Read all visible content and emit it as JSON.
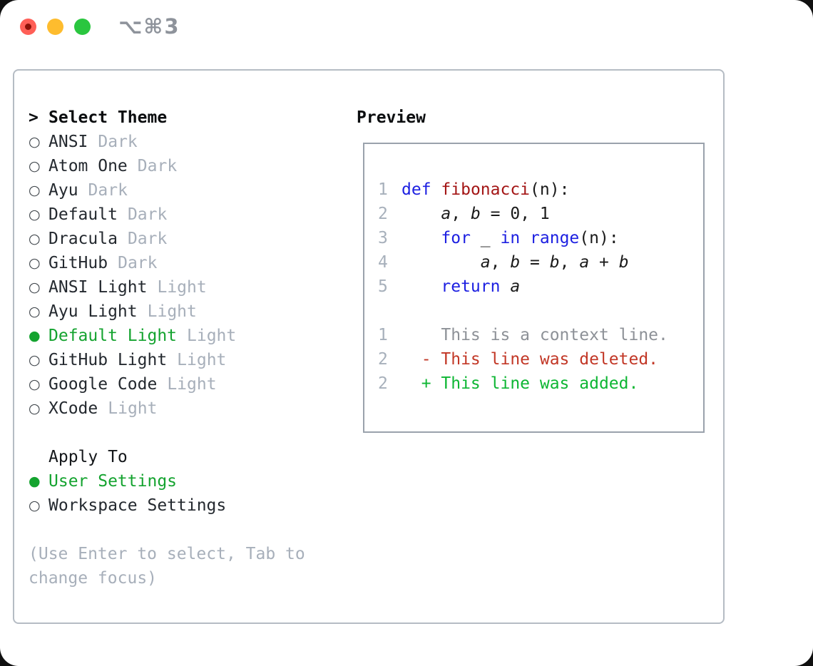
{
  "window": {
    "title": "⌥⌘3",
    "traffic_lights": [
      {
        "name": "close",
        "color": "#ff5f57"
      },
      {
        "name": "minimize",
        "color": "#febc2e"
      },
      {
        "name": "zoom",
        "color": "#2ac63f"
      }
    ]
  },
  "theme_picker": {
    "header_marker": ">",
    "header": "Select Theme",
    "items": [
      {
        "name": "ANSI",
        "tag": "Dark",
        "selected": false
      },
      {
        "name": "Atom One",
        "tag": "Dark",
        "selected": false
      },
      {
        "name": "Ayu",
        "tag": "Dark",
        "selected": false
      },
      {
        "name": "Default",
        "tag": "Dark",
        "selected": false
      },
      {
        "name": "Dracula",
        "tag": "Dark",
        "selected": false
      },
      {
        "name": "GitHub",
        "tag": "Dark",
        "selected": false
      },
      {
        "name": "ANSI Light",
        "tag": "Light",
        "selected": false
      },
      {
        "name": "Ayu Light",
        "tag": "Light",
        "selected": false
      },
      {
        "name": "Default Light",
        "tag": "Light",
        "selected": true
      },
      {
        "name": "GitHub Light",
        "tag": "Light",
        "selected": false
      },
      {
        "name": "Google Code",
        "tag": "Light",
        "selected": false
      },
      {
        "name": "XCode",
        "tag": "Light",
        "selected": false
      }
    ]
  },
  "apply_to": {
    "header": "Apply To",
    "options": [
      {
        "name": "User Settings",
        "selected": true
      },
      {
        "name": "Workspace Settings",
        "selected": false
      }
    ]
  },
  "help": {
    "text": "(Use Enter to select, Tab to change focus)"
  },
  "preview": {
    "header": "Preview",
    "code_lines": [
      {
        "num": "1",
        "tokens": [
          {
            "text": "def",
            "style": "kw"
          },
          {
            "text": " ",
            "style": "plain"
          },
          {
            "text": "fibonacci",
            "style": "fn"
          },
          {
            "text": "(n):",
            "style": "plain"
          }
        ]
      },
      {
        "num": "2",
        "tokens": [
          {
            "text": "    ",
            "style": "plain"
          },
          {
            "text": "a",
            "style": "var"
          },
          {
            "text": ", ",
            "style": "plain"
          },
          {
            "text": "b",
            "style": "var"
          },
          {
            "text": " = 0, 1",
            "style": "plain"
          }
        ]
      },
      {
        "num": "3",
        "tokens": [
          {
            "text": "    ",
            "style": "plain"
          },
          {
            "text": "for",
            "style": "kw"
          },
          {
            "text": " _ ",
            "style": "plain"
          },
          {
            "text": "in",
            "style": "kw"
          },
          {
            "text": " ",
            "style": "plain"
          },
          {
            "text": "range",
            "style": "kw"
          },
          {
            "text": "(n):",
            "style": "plain"
          }
        ]
      },
      {
        "num": "4",
        "tokens": [
          {
            "text": "        ",
            "style": "plain"
          },
          {
            "text": "a",
            "style": "var"
          },
          {
            "text": ", ",
            "style": "plain"
          },
          {
            "text": "b",
            "style": "var"
          },
          {
            "text": " = ",
            "style": "plain"
          },
          {
            "text": "b",
            "style": "var"
          },
          {
            "text": ", ",
            "style": "plain"
          },
          {
            "text": "a",
            "style": "var"
          },
          {
            "text": " + ",
            "style": "plain"
          },
          {
            "text": "b",
            "style": "var"
          }
        ]
      },
      {
        "num": "5",
        "tokens": [
          {
            "text": "    ",
            "style": "plain"
          },
          {
            "text": "return",
            "style": "kw"
          },
          {
            "text": " ",
            "style": "plain"
          },
          {
            "text": "a",
            "style": "var"
          }
        ]
      }
    ],
    "diff_lines": [
      {
        "num": "1",
        "kind": "context",
        "text": "    This is a context line."
      },
      {
        "num": "2",
        "kind": "deleted",
        "text": "  - This line was deleted."
      },
      {
        "num": "2",
        "kind": "added",
        "text": "  + This line was added."
      }
    ]
  },
  "markers": {
    "selected": "●",
    "unselected": "○"
  },
  "colors": {
    "accent_green": "#14a32f",
    "added_green": "#0db633",
    "deleted_red": "#c23726",
    "keyword_blue": "#1c1fe1",
    "function_red": "#a31515",
    "dim_gray": "#a7afba",
    "line_number_gray": "#a7b0bb",
    "context_gray": "#8d9197",
    "ink": "#24292f",
    "panel_border": "#b5bcc4",
    "preview_border": "#9aa2ac",
    "title_gray": "#8e939b"
  }
}
